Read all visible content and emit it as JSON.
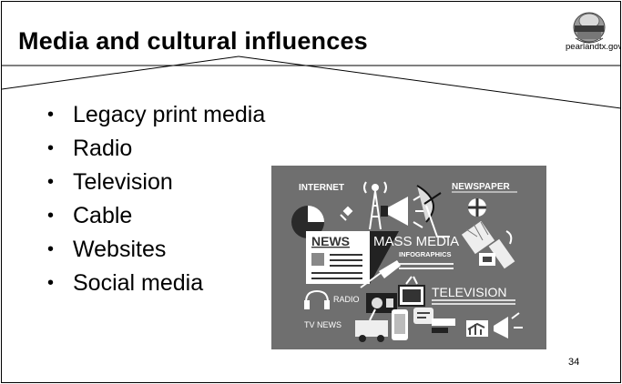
{
  "slide": {
    "title": "Media and cultural influences",
    "logo_caption": "pearlandtx.gov",
    "bullets": [
      "Legacy print media",
      "Radio",
      "Television",
      "Cable",
      "Websites",
      "Social media"
    ],
    "page_number": "34"
  },
  "image": {
    "labels": {
      "internet": "INTERNET",
      "newspaper": "NEWSPAPER",
      "news": "NEWS",
      "mass_media": "MASS MEDIA",
      "infographics": "INFOGRAPHICS",
      "radio": "RADIO",
      "television": "TELEVISION",
      "tv_news": "TV NEWS"
    }
  },
  "colors": {
    "image_bg": "#6f6f6f",
    "ink": "#000000"
  }
}
